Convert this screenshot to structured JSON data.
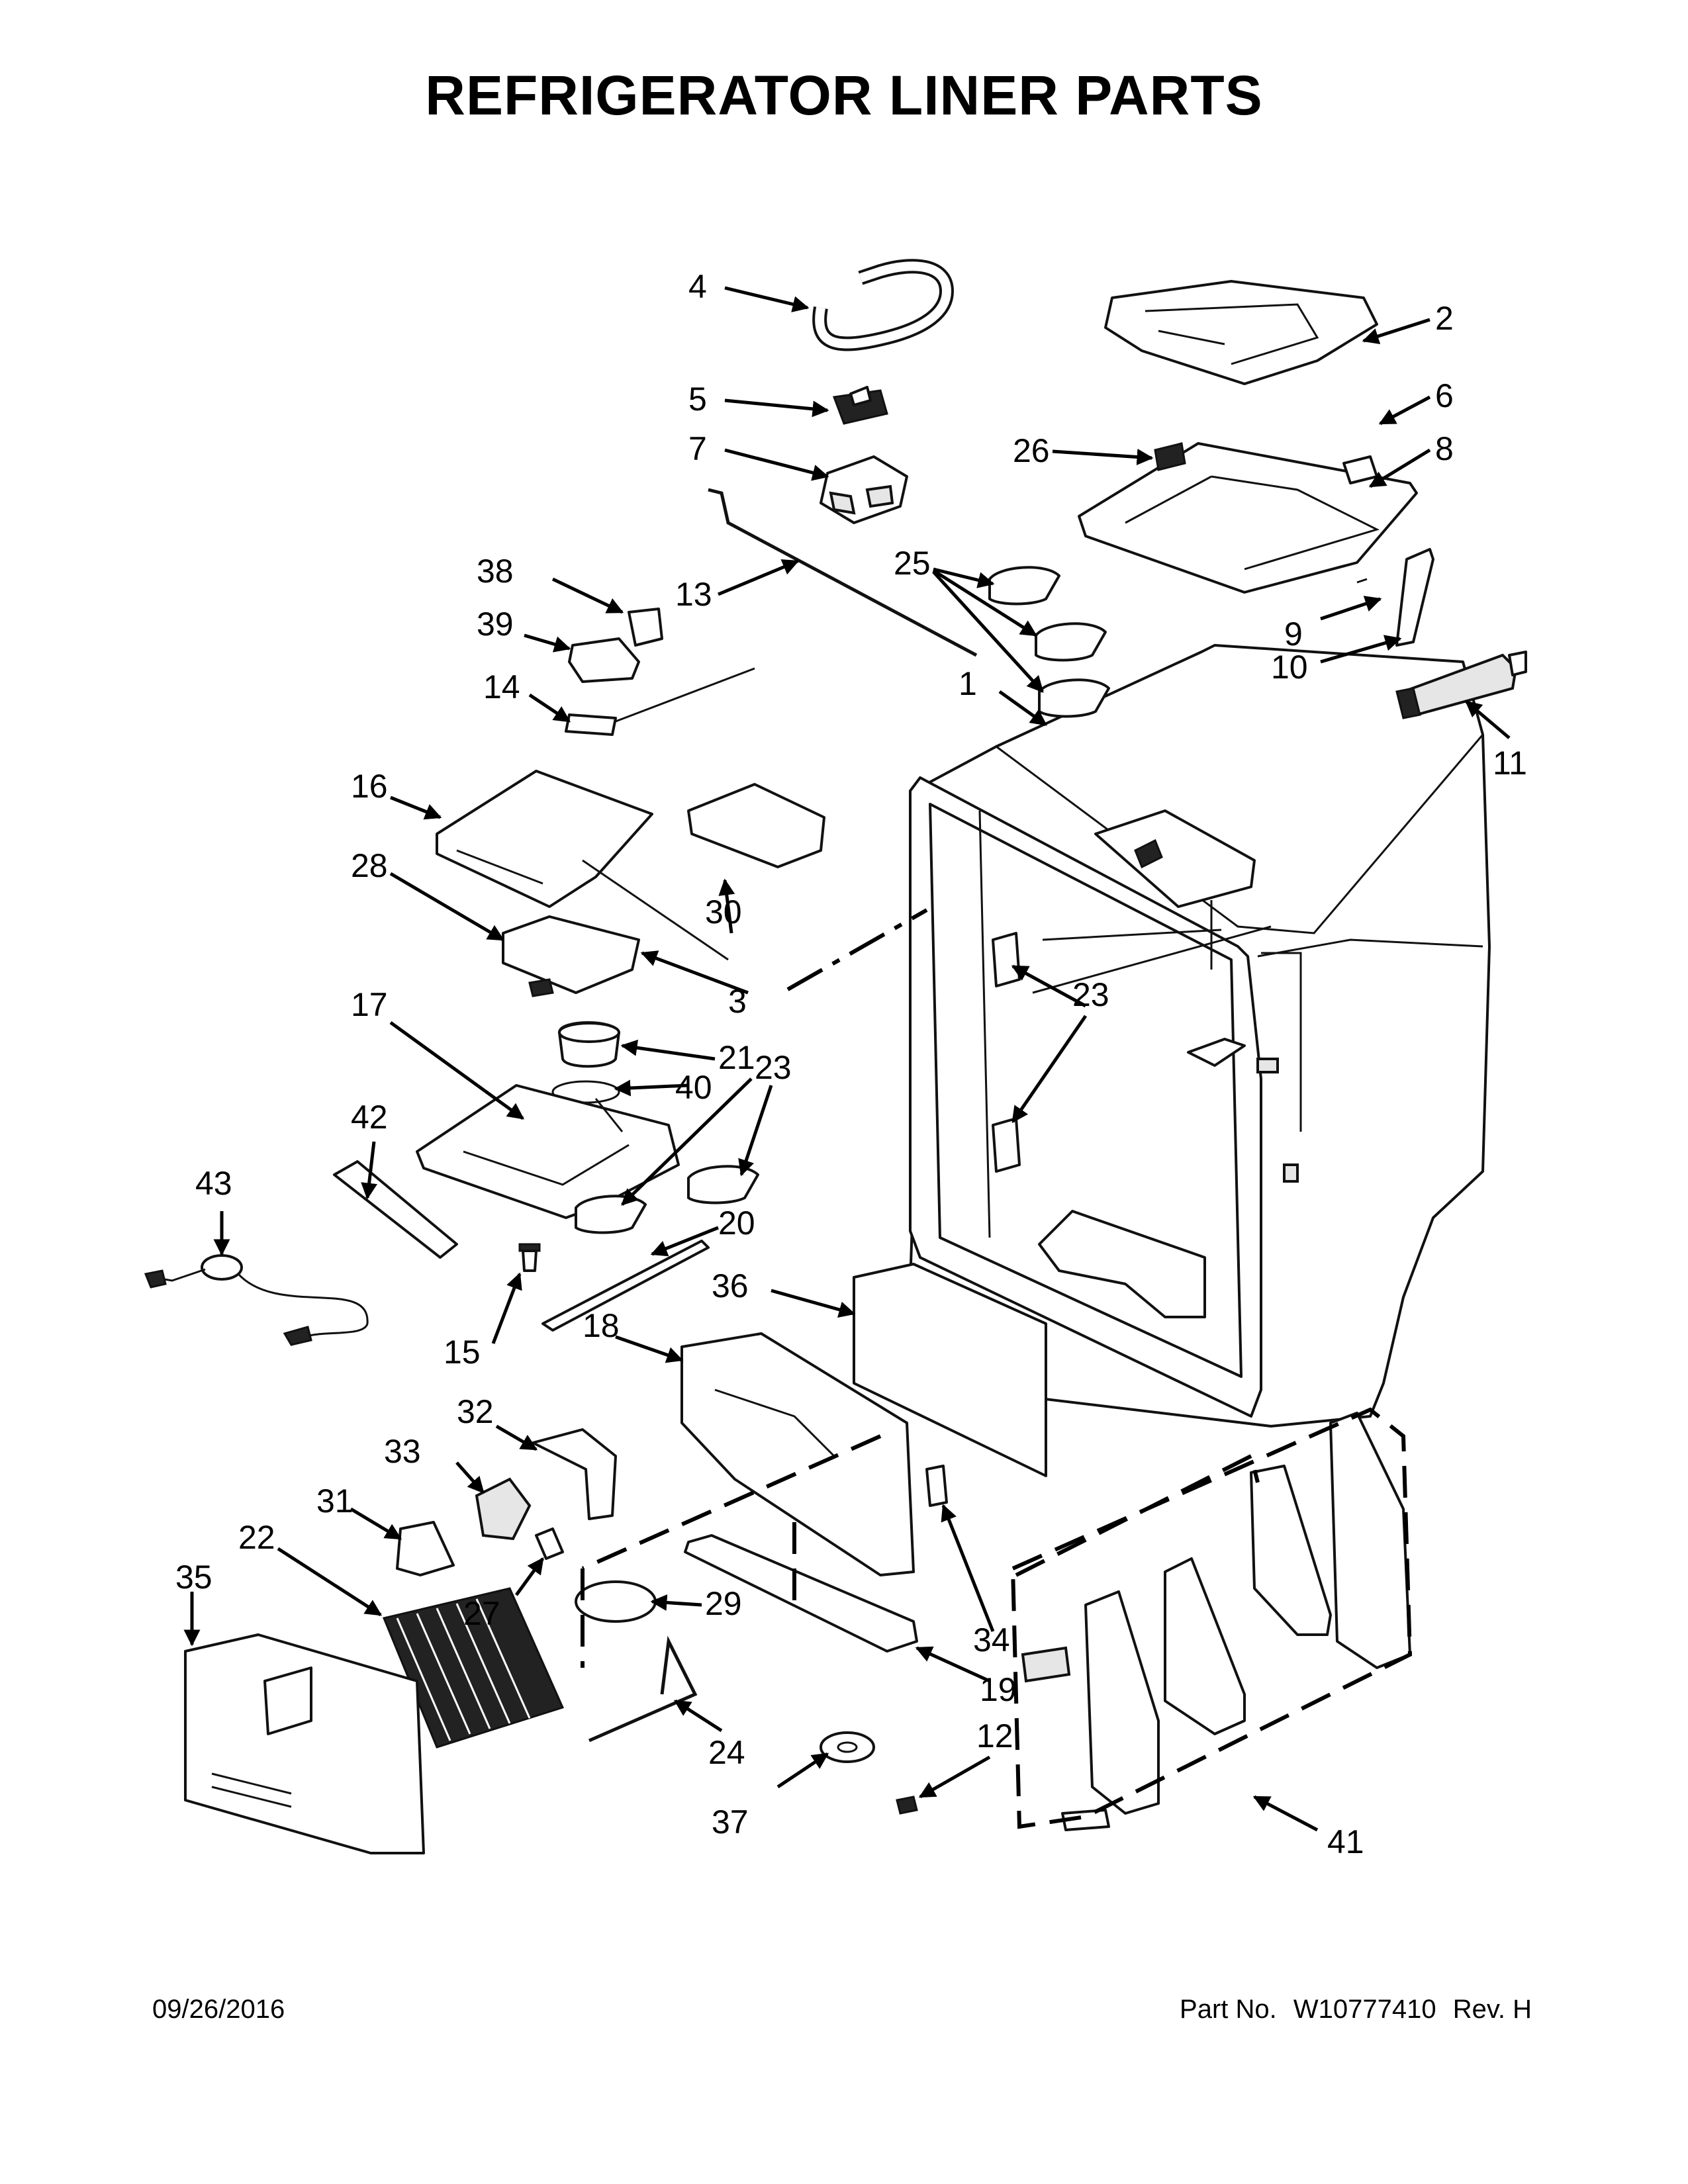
{
  "header": {
    "title": "REFRIGERATOR LINER PARTS"
  },
  "callouts": [
    "1",
    "2",
    "3",
    "4",
    "5",
    "6",
    "7",
    "8",
    "9",
    "10",
    "11",
    "12",
    "13",
    "14",
    "15",
    "16",
    "17",
    "18",
    "19",
    "20",
    "21",
    "22",
    "23",
    "23",
    "23",
    "24",
    "25",
    "26",
    "27",
    "28",
    "29",
    "30",
    "31",
    "32",
    "33",
    "34",
    "35",
    "36",
    "37",
    "38",
    "39",
    "40",
    "41",
    "42",
    "43"
  ],
  "footer": {
    "date": "09/26/2016",
    "part_label": "Part No.",
    "part_number": "W10777410",
    "revision": "Rev. H"
  }
}
